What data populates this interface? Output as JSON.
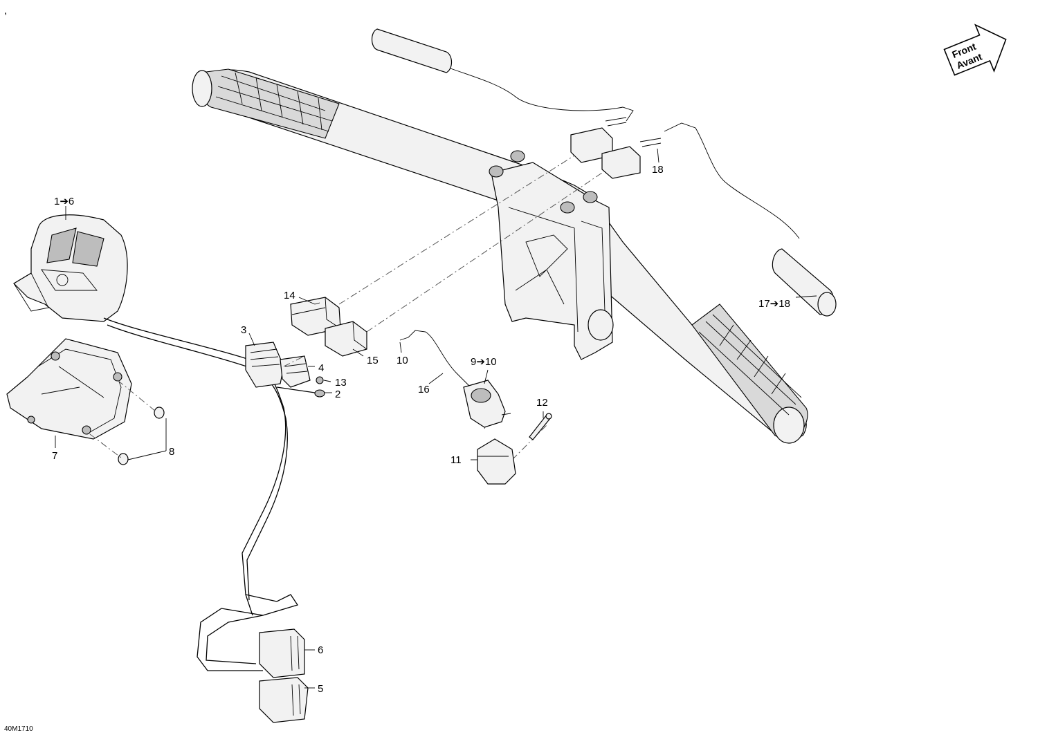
{
  "diagram": {
    "drawing_code": "40M1710",
    "corner_mark": ",",
    "direction_arrow": {
      "line1": "Front",
      "line2": "Avant"
    },
    "callouts": [
      {
        "id": "c-1-6",
        "text": "1➔6"
      },
      {
        "id": "c-2",
        "text": "2"
      },
      {
        "id": "c-3",
        "text": "3"
      },
      {
        "id": "c-4",
        "text": "4"
      },
      {
        "id": "c-5",
        "text": "5"
      },
      {
        "id": "c-6",
        "text": "6"
      },
      {
        "id": "c-7",
        "text": "7"
      },
      {
        "id": "c-8",
        "text": "8"
      },
      {
        "id": "c-9-10",
        "text": "9➔10"
      },
      {
        "id": "c-10",
        "text": "10"
      },
      {
        "id": "c-11",
        "text": "11"
      },
      {
        "id": "c-12",
        "text": "12"
      },
      {
        "id": "c-13",
        "text": "13"
      },
      {
        "id": "c-14",
        "text": "14"
      },
      {
        "id": "c-15",
        "text": "15"
      },
      {
        "id": "c-16",
        "text": "16"
      },
      {
        "id": "c-17-18",
        "text": "17➔18"
      },
      {
        "id": "c-18",
        "text": "18"
      }
    ]
  }
}
